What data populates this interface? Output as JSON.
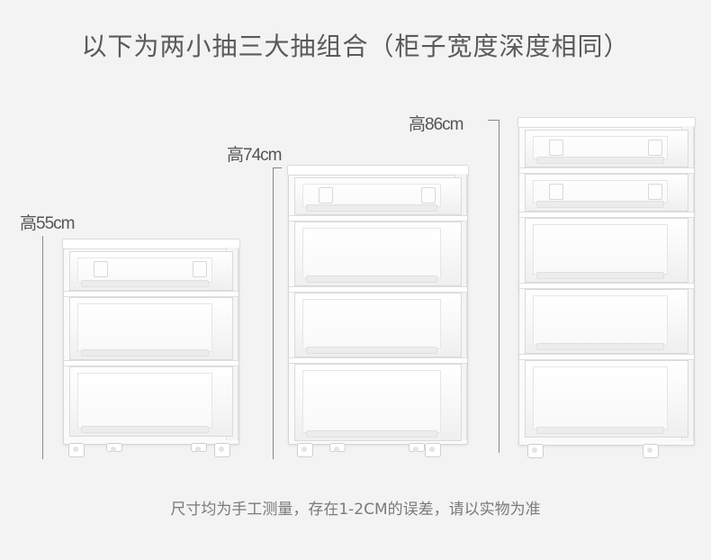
{
  "title": "以下为两小抽三大抽组合（柜子宽度深度相同）",
  "note": "尺寸均为手工测量，存在1-2CM的误差，请以实物为准",
  "heights": {
    "small": "高55cm",
    "medium": "高74cm",
    "large": "高86cm"
  }
}
